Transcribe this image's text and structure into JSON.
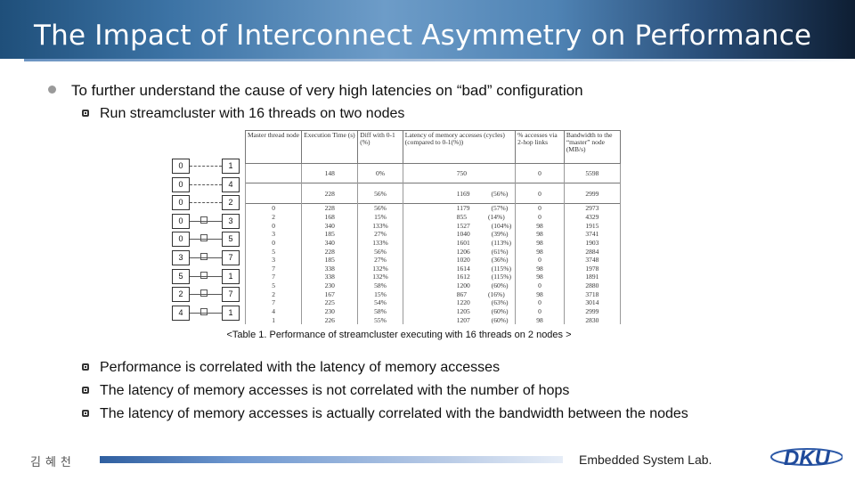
{
  "header": {
    "title": "The Impact of Interconnect Asymmetry on Performance"
  },
  "bullets": {
    "main": "To further understand the cause of very high latencies on “bad” configuration",
    "sub": "Run streamcluster with 16 threads on two nodes",
    "findings": [
      "Performance is correlated with the latency of memory accesses",
      "The latency of memory accesses is not correlated with the number of hops",
      "The latency of memory accesses is actually correlated with the bandwidth between the nodes"
    ]
  },
  "table": {
    "headers": [
      "Master thread node",
      "Execution Time (s)",
      "Diff with 0-1 (%)",
      "Latency of memory accesses (cycles) (compared to 0-1(%))",
      "% accesses via 2-hop links",
      "Bandwidth to the “master” node (MB/s)"
    ],
    "rows": [
      {
        "node": "",
        "time": "148",
        "diff": "0%",
        "lat": "750",
        "latpct": "",
        "hop": "0",
        "bw": "5598"
      },
      {
        "node": "",
        "time": "228",
        "diff": "56%",
        "lat": "1169",
        "latpct": "(56%)",
        "hop": "0",
        "bw": "2999"
      },
      {
        "node": "0",
        "time": "228",
        "diff": "56%",
        "lat": "1179",
        "latpct": "(57%)",
        "hop": "0",
        "bw": "2973"
      },
      {
        "node": "2",
        "time": "168",
        "diff": "15%",
        "lat": "855",
        "latpct": "(14%)",
        "hop": "0",
        "bw": "4329"
      },
      {
        "node": "0",
        "time": "340",
        "diff": "133%",
        "lat": "1527",
        "latpct": "(104%)",
        "hop": "98",
        "bw": "1915"
      },
      {
        "node": "3",
        "time": "185",
        "diff": "27%",
        "lat": "1040",
        "latpct": "(39%)",
        "hop": "98",
        "bw": "3741"
      },
      {
        "node": "0",
        "time": "340",
        "diff": "133%",
        "lat": "1601",
        "latpct": "(113%)",
        "hop": "98",
        "bw": "1903"
      },
      {
        "node": "5",
        "time": "228",
        "diff": "56%",
        "lat": "1206",
        "latpct": "(61%)",
        "hop": "98",
        "bw": "2884"
      },
      {
        "node": "3",
        "time": "185",
        "diff": "27%",
        "lat": "1020",
        "latpct": "(36%)",
        "hop": "0",
        "bw": "3748"
      },
      {
        "node": "7",
        "time": "338",
        "diff": "132%",
        "lat": "1614",
        "latpct": "(115%)",
        "hop": "98",
        "bw": "1978"
      },
      {
        "node": "7",
        "time": "338",
        "diff": "132%",
        "lat": "1612",
        "latpct": "(115%)",
        "hop": "98",
        "bw": "1891"
      },
      {
        "node": "5",
        "time": "230",
        "diff": "58%",
        "lat": "1200",
        "latpct": "(60%)",
        "hop": "0",
        "bw": "2880"
      },
      {
        "node": "2",
        "time": "167",
        "diff": "15%",
        "lat": "867",
        "latpct": "(16%)",
        "hop": "98",
        "bw": "3718"
      },
      {
        "node": "7",
        "time": "225",
        "diff": "54%",
        "lat": "1220",
        "latpct": "(63%)",
        "hop": "0",
        "bw": "3014"
      },
      {
        "node": "4",
        "time": "230",
        "diff": "58%",
        "lat": "1205",
        "latpct": "(60%)",
        "hop": "0",
        "bw": "2999"
      },
      {
        "node": "1",
        "time": "226",
        "diff": "55%",
        "lat": "1207",
        "latpct": "(60%)",
        "hop": "98",
        "bw": "2830"
      }
    ]
  },
  "diagram": {
    "pairs": [
      {
        "left": "0",
        "right": "1"
      },
      {
        "left": "0",
        "right": "4"
      },
      {
        "left": "0",
        "right": "2"
      },
      {
        "left": "0",
        "right": "3"
      },
      {
        "left": "0",
        "right": "5"
      },
      {
        "left": "3",
        "right": "7"
      },
      {
        "left": "5",
        "right": "1"
      },
      {
        "left": "2",
        "right": "7"
      },
      {
        "left": "4",
        "right": "1"
      }
    ]
  },
  "caption": "<Table 1. Performance of streamcluster executing with 16 threads on 2 nodes >",
  "footer": {
    "author": "김혜천",
    "lab": "Embedded System Lab.",
    "logo": "DKU"
  }
}
